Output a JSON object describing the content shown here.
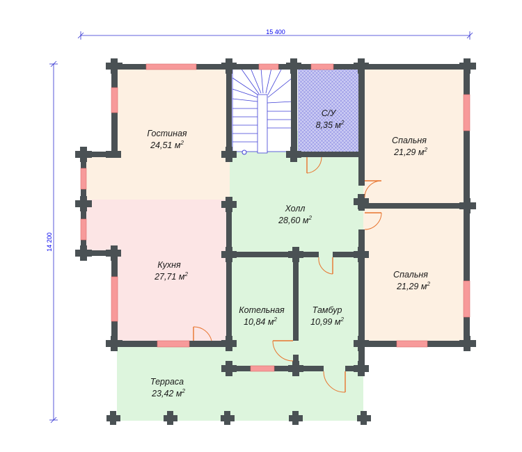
{
  "plan": {
    "dimensions": {
      "width": "15 400",
      "height": "14 200"
    },
    "unit_area": "м",
    "unit_power": "2",
    "colors": {
      "living": "#fdf0e2",
      "kitchen": "#fce5e5",
      "hall": "#ddf5dd",
      "bath": "#c9c9f2",
      "wall": "#4a5154",
      "window": "#f79a9a",
      "door": "#e8742e",
      "dimension": "#0000ee"
    },
    "rooms": [
      {
        "name": "Гостиная",
        "area": "24,51"
      },
      {
        "name": "Кухня",
        "area": "27,71"
      },
      {
        "name": "Холл",
        "area": "28,60"
      },
      {
        "name": "С/У",
        "area": "8,35"
      },
      {
        "name": "Спальня",
        "area": "21,29"
      },
      {
        "name": "Спальня",
        "area": "21,29"
      },
      {
        "name": "Котельная",
        "area": "10,84"
      },
      {
        "name": "Тамбур",
        "area": "10,99"
      },
      {
        "name": "Терраса",
        "area": "23,42"
      }
    ]
  }
}
